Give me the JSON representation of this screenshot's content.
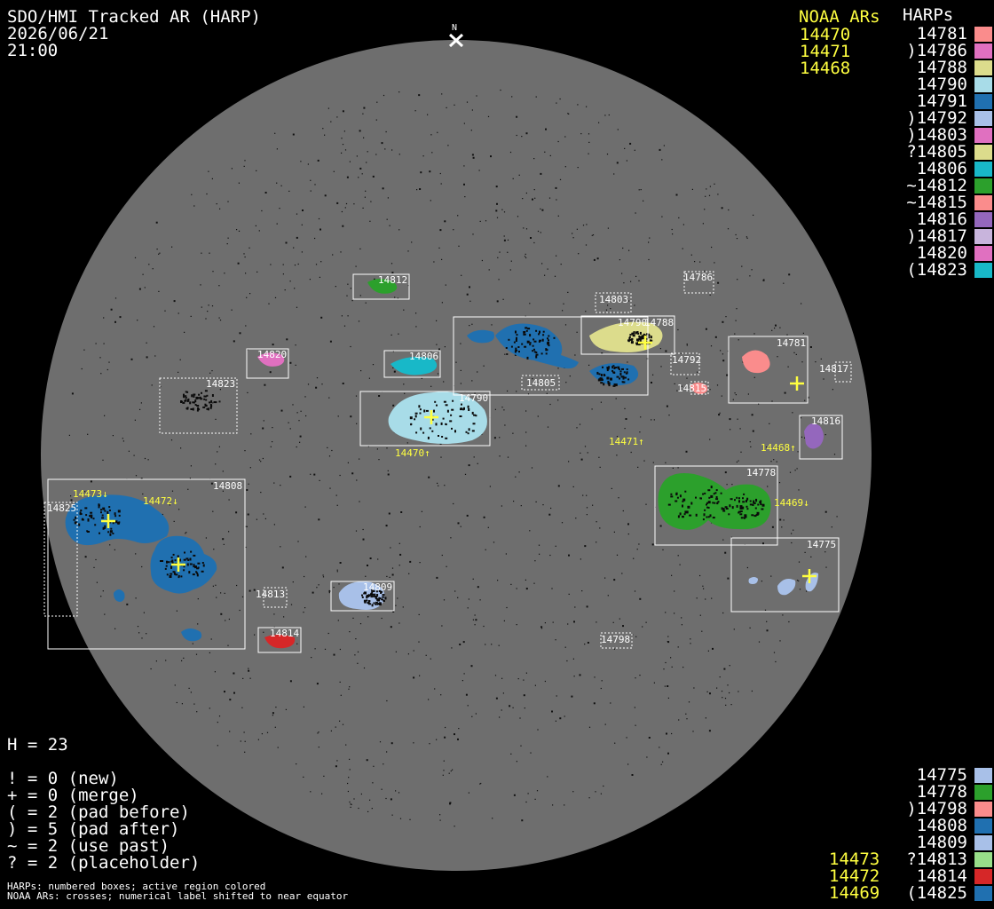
{
  "header": {
    "title": "SDO/HMI Tracked AR (HARP)",
    "date": "2026/06/21",
    "time": "21:00",
    "north_label": "N"
  },
  "top_legend": {
    "noaa_title": "NOAA ARs",
    "harps_title": "HARPs",
    "noaa_ars": [
      "14470",
      "14471",
      "14468"
    ],
    "harps": [
      {
        "label": " 14781",
        "color": "#fa8c8c"
      },
      {
        "label": ")14786",
        "color": "#e070c0"
      },
      {
        "label": " 14788",
        "color": "#dcdc8c"
      },
      {
        "label": " 14790",
        "color": "#a8dce8"
      },
      {
        "label": " 14791",
        "color": "#2070b0"
      },
      {
        "label": ")14792",
        "color": "#a8c0e8"
      },
      {
        "label": ")14803",
        "color": "#e070c0"
      },
      {
        "label": "?14805",
        "color": "#dcdc8c"
      },
      {
        "label": " 14806",
        "color": "#18b8c8"
      },
      {
        "label": "~14812",
        "color": "#2ca02c"
      },
      {
        "label": "~14815",
        "color": "#fa8c8c"
      },
      {
        "label": " 14816",
        "color": "#9467bd"
      },
      {
        "label": ")14817",
        "color": "#c8b4dc"
      },
      {
        "label": " 14820",
        "color": "#e070c0"
      },
      {
        "label": "(14823",
        "color": "#18b8c8"
      }
    ]
  },
  "bottom_legend": {
    "noaa_ars": [
      "14473",
      "14472",
      "14469"
    ],
    "harps": [
      {
        "label": " 14775",
        "color": "#a8c0e8"
      },
      {
        "label": " 14778",
        "color": "#2ca02c"
      },
      {
        "label": ")14798",
        "color": "#fa8c8c"
      },
      {
        "label": " 14808",
        "color": "#2070b0"
      },
      {
        "label": " 14809",
        "color": "#a8c0e8"
      },
      {
        "label": "?14813",
        "color": "#98df8a"
      },
      {
        "label": " 14814",
        "color": "#d62728"
      },
      {
        "label": "(14825",
        "color": "#2070b0"
      }
    ]
  },
  "stats": {
    "h_count": "H = 23",
    "codes": [
      "! = 0 (new)",
      "+ = 0 (merge)",
      "( = 2 (pad before)",
      ") = 5 (pad after)",
      "~ = 2 (use past)",
      "? = 2 (placeholder)"
    ]
  },
  "footer": {
    "line1": "HARPs: numbered boxes; active region colored",
    "line2": "NOAA ARs: crosses; numerical label shifted to near equator"
  },
  "disk": {
    "background": "#000000",
    "disk_color": "#6e6e6e",
    "box_labels": {
      "b14812": "14812",
      "b14786": "14786",
      "b14803": "14803",
      "b14790a": "14790",
      "b14788": "14788",
      "b14781": "14781",
      "b14792": "14792",
      "b14817": "14817",
      "b14815": "14815",
      "b14820": "14820",
      "b14806": "14806",
      "b14805": "14805",
      "b14823": "14823",
      "b14790": "14790",
      "b14816": "14816",
      "b14808": "14808",
      "b14825": "14825",
      "b14778": "14778",
      "b14775": "14775",
      "b14813": "14813",
      "b14809": "14809",
      "b14814": "14814",
      "b14798": "14798"
    },
    "noaa_labels": {
      "n14470": "14470↑",
      "n14471": "14471↑",
      "n14468": "14468↑",
      "n14469": "14469↓",
      "n14473": "14473↓",
      "n14472": "14472↓"
    }
  }
}
